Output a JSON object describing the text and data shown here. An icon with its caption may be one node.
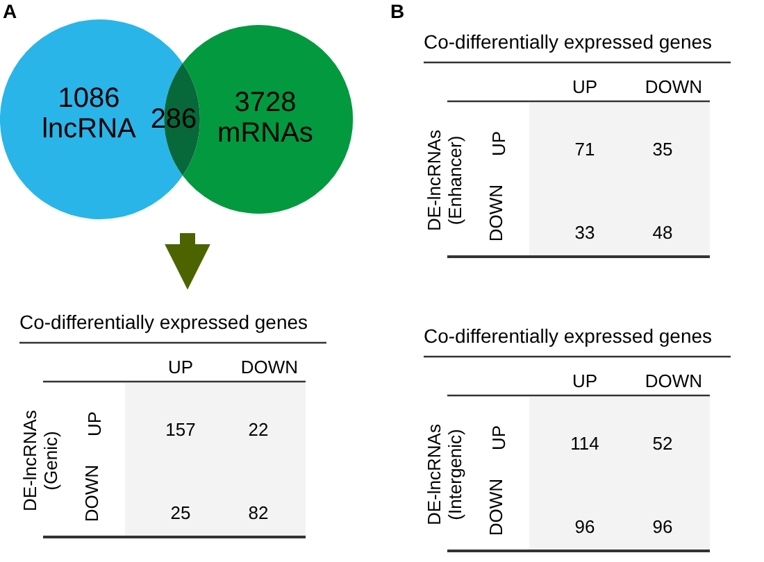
{
  "diagram": {
    "nodes": [
      {
        "text": [
          "1086 lncRNA"
        ]
      },
      {
        "text": [
          "3728 mRNAs"
        ]
      },
      {
        "text": [
          "286"
        ]
      },
      {
        "text": [
          "Co-differentially expressed genes",
          "UP",
          "DOWN",
          "DE-lncRNAs (Genic)",
          "UP",
          "DOWN",
          "157",
          "22",
          "25",
          "82"
        ]
      },
      {
        "text": [
          "Co-differentially expressed genes",
          "UP",
          "DOWN",
          "DE-lncRNAs (Enhancer)",
          "UP",
          "DOWN",
          "71",
          "35",
          "33",
          "48"
        ]
      },
      {
        "text": [
          "Co-differentially expressed genes",
          "UP",
          "DOWN",
          "DE-lncRNAs (Intergenic)",
          "UP",
          "DOWN",
          "114",
          "52",
          "96",
          "96"
        ]
      }
    ],
    "edges": [
      {
        "from": null,
        "to": 3,
        "arrow": "to"
      }
    ],
    "labels": [
      "A",
      "B"
    ]
  }
}
